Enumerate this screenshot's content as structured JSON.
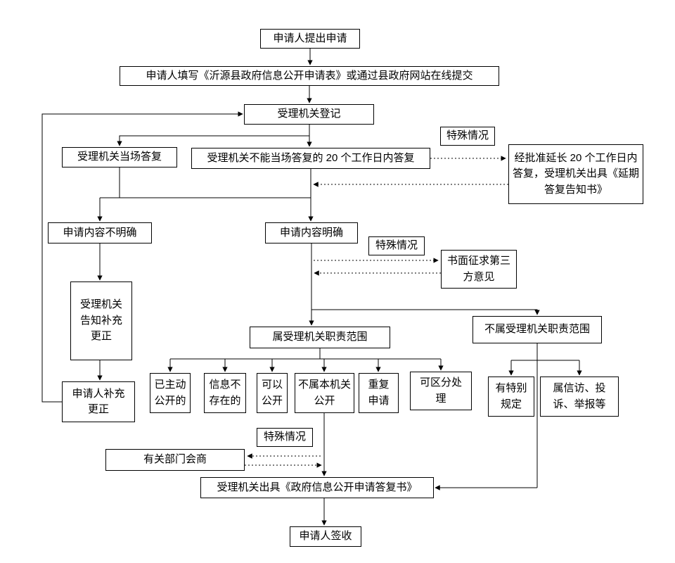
{
  "diagram": {
    "nodes": {
      "submit": "申请人提出申请",
      "fill_form": "申请人填写《沂源县政府信息公开申请表》或通过县政府网站在线提交",
      "register": "受理机关登记",
      "special_case_1": "特殊情况",
      "onspot_reply": "受理机关当场答复",
      "reply_within_20": "受理机关不能当场答复的 20 个工作日内答复",
      "approved_extension": "经批准延长 20 个工作日内答复，受理机关出具《延期答复告知书》",
      "content_unclear": "申请内容不明确",
      "content_clear": "申请内容明确",
      "special_case_2": "特殊情况",
      "third_party": "书面征求第三方意见",
      "notify_supplement": "受理机关告知补充更正",
      "in_scope": "属受理机关职责范围",
      "out_of_scope": "不属受理机关职责范围",
      "applicant_supplement": "申请人补充更正",
      "already_public": "已主动公开的",
      "not_exist": "信息不存在的",
      "can_public": "可以公开",
      "not_this_organ": "不属本机关公开",
      "repeat_apply": "重复申请",
      "separable": "可区分处理",
      "special_rules": "有特别规定",
      "petition": "属信访、投诉、举报等",
      "special_case_3": "特殊情况",
      "dept_consult": "有关部门会商",
      "issue_reply": "受理机关出具《政府信息公开申请答复书》",
      "sign_receipt": "申请人签收"
    },
    "colors": {
      "line": "#000000",
      "box_border": "#000000",
      "box_background": "#ffffff",
      "text": "#000000",
      "page_background": "#ffffff"
    }
  }
}
